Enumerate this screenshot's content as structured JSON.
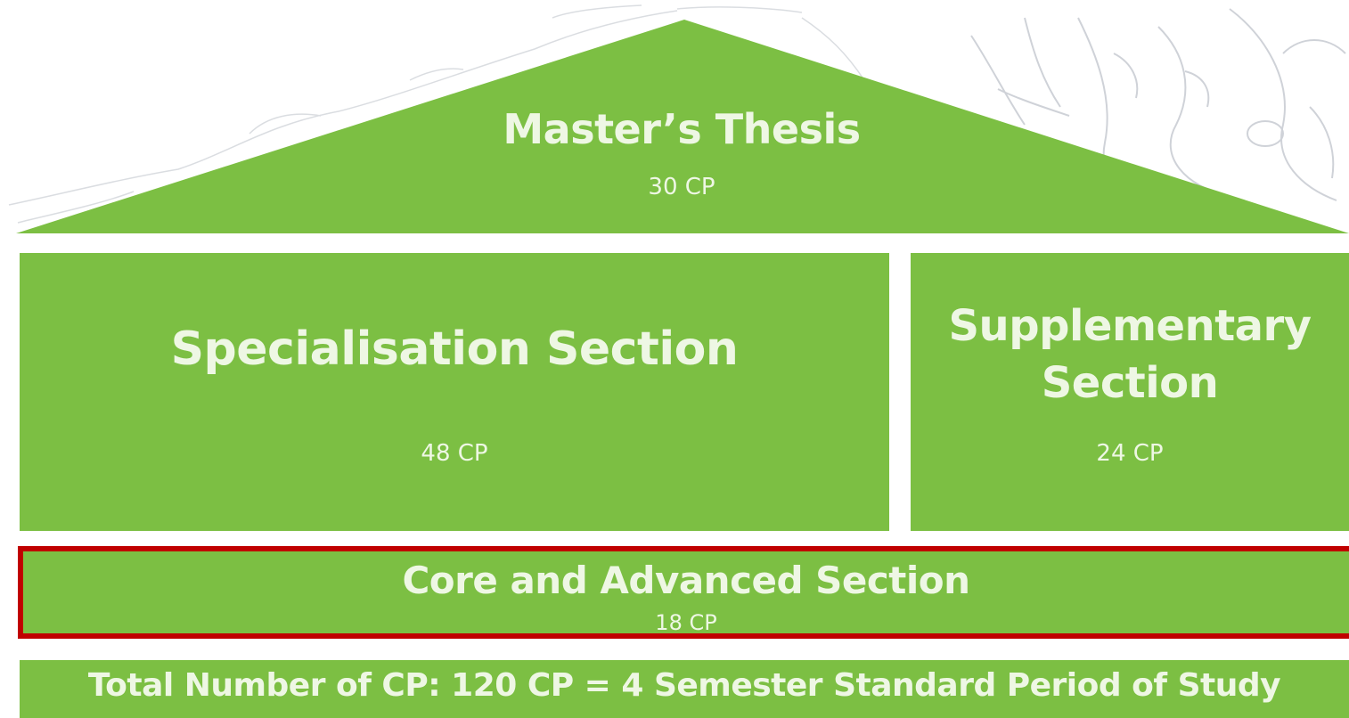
{
  "diagram": {
    "thesis": {
      "title": "Master’s Thesis",
      "cp": "30 CP"
    },
    "specialisation": {
      "title": "Specialisation Section",
      "cp": "48 CP"
    },
    "supplementary": {
      "title_line1": "Supplementary",
      "title_line2": "Section",
      "cp": "24 CP"
    },
    "core": {
      "title": "Core and Advanced Section",
      "cp": "18 CP"
    },
    "total": {
      "text": "Total Number of CP: 120 CP = 4 Semester Standard Period of Study"
    }
  },
  "colors": {
    "block_green": "#7cbf43",
    "text_light": "#eef7e4",
    "highlight_red": "#c00000",
    "sketch_gray": "#b9bdc4"
  },
  "icons": {
    "background": "faded-sketch-illustration"
  }
}
